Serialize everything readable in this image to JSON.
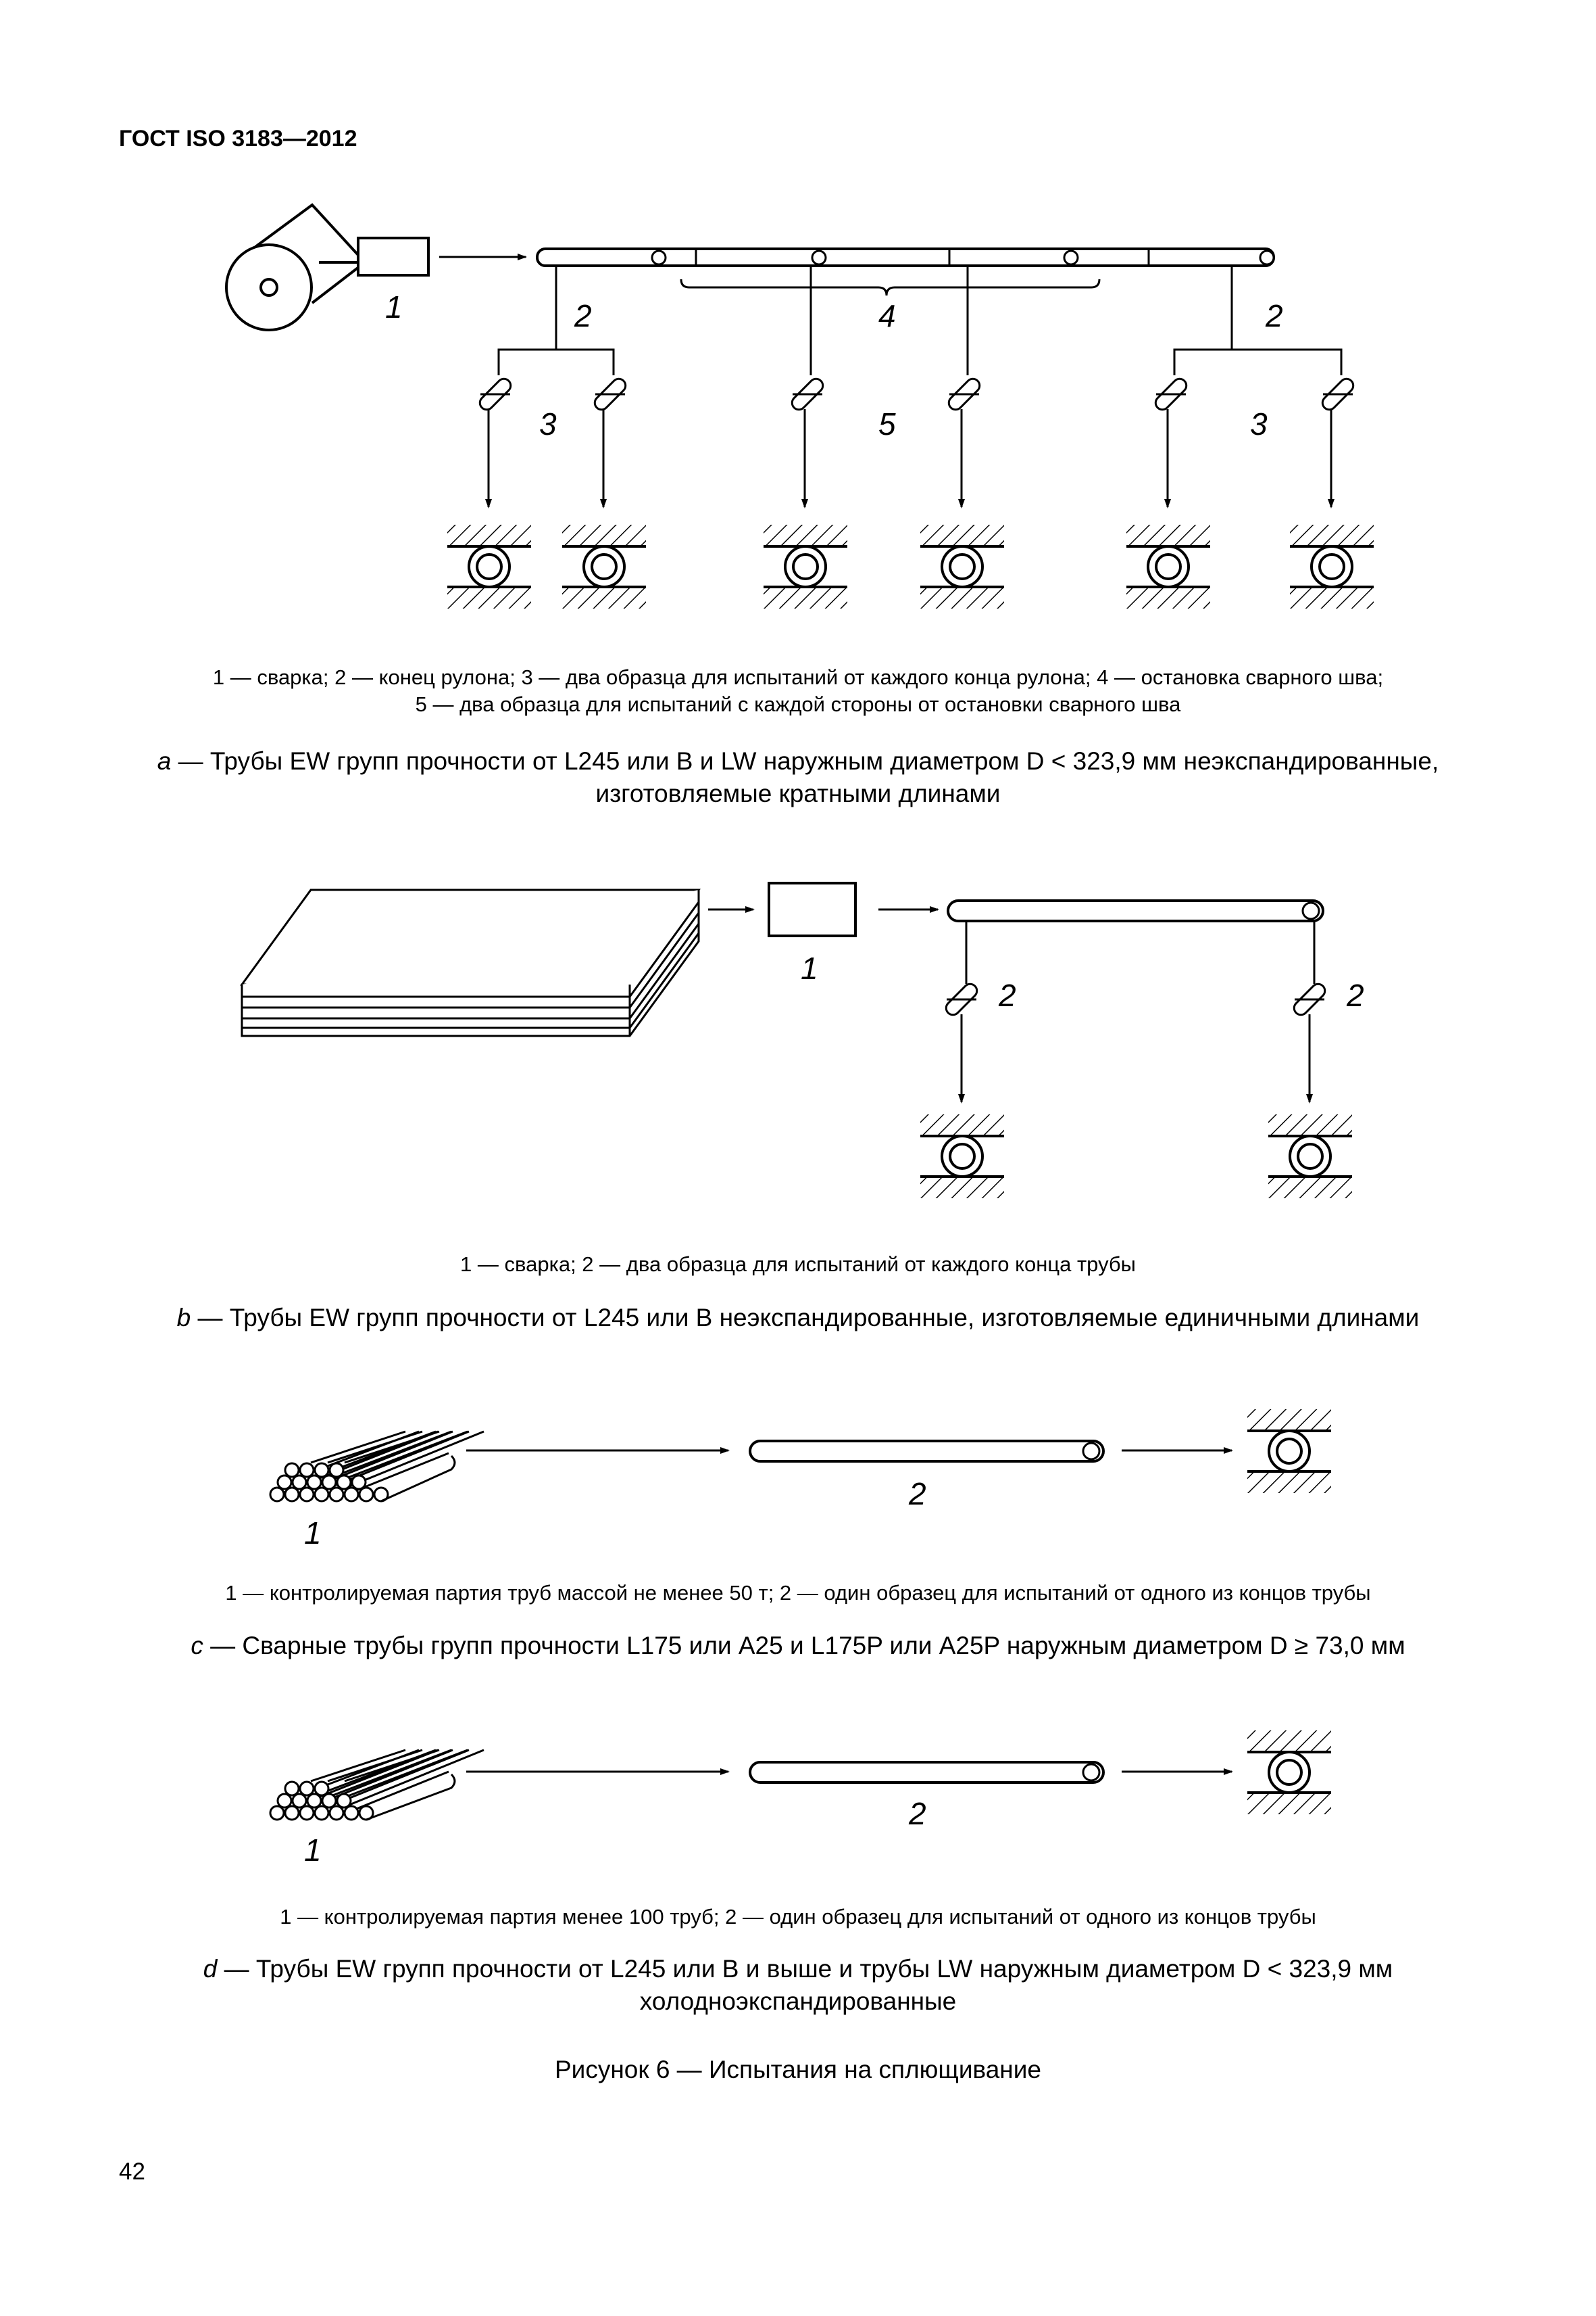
{
  "header": {
    "title": "ГОСТ ISO 3183—2012"
  },
  "panel_a": {
    "labels": {
      "weld": "1",
      "coil_end_left": "2",
      "coil_end_right": "2",
      "weld_stop": "4",
      "specimens_left": "3",
      "specimens_mid": "5",
      "specimens_right": "3"
    },
    "key_line1": "1 — сварка; 2 — конец рулона; 3 — два образца для испытаний от каждого конца рулона; 4 — остановка сварного шва;",
    "key_line2": "5 — два образца для испытаний с каждой стороны от остановки сварного шва",
    "caption_prefix": "a",
    "caption_line1": "— Трубы EW групп прочности от L245 или B и LW наружным диаметром D < 323,9 мм неэкспандированные,",
    "caption_line2": "изготовляемые кратными длинами"
  },
  "panel_b": {
    "labels": {
      "weld": "1",
      "spec_left": "2",
      "spec_right": "2"
    },
    "key": "1 — сварка; 2 — два образца для испытаний от каждого конца трубы",
    "caption_prefix": "b",
    "caption": "— Трубы EW групп прочности от L245 или B неэкспандированные, изготовляемые единичными длинами"
  },
  "panel_c": {
    "labels": {
      "lot": "1",
      "specimen": "2"
    },
    "key": "1 — контролируемая партия труб массой не менее 50 т; 2 — один образец для испытаний от одного из концов трубы",
    "caption_prefix": "c",
    "caption": "— Сварные трубы групп прочности L175 или A25 и L175P или A25P наружным диаметром  D ≥ 73,0 мм"
  },
  "panel_d": {
    "labels": {
      "lot": "1",
      "specimen": "2"
    },
    "key": "1 — контролируемая партия менее 100 труб; 2 — один образец для испытаний от одного из концов трубы",
    "caption_prefix": "d",
    "caption_line1": "— Трубы EW групп прочности от L245 или B и выше и трубы LW наружным диаметром  D < 323,9 мм",
    "caption_line2": "холодноэкспандированные"
  },
  "figure_title": "Рисунок 6 — Испытания на сплющивание",
  "page_number": "42"
}
